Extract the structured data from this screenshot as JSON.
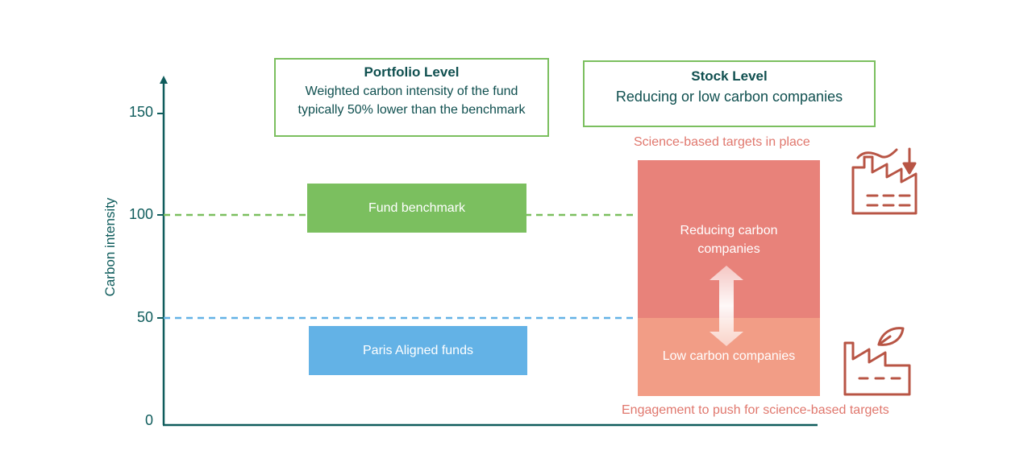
{
  "axis": {
    "ylabel": "Carbon intensity",
    "ticks": [
      "150",
      "100",
      "50",
      "0"
    ]
  },
  "boxes": {
    "portfolio": {
      "title": "Portfolio Level",
      "line1": "Weighted carbon intensity of the fund",
      "line2": "typically 50% lower than the benchmark"
    },
    "stock": {
      "title": "Stock Level",
      "desc": "Reducing or low carbon companies"
    }
  },
  "bars": {
    "benchmark": "Fund benchmark",
    "paris": "Paris Aligned funds",
    "reducing_line1": "Reducing carbon",
    "reducing_line2": "companies",
    "low": "Low carbon companies"
  },
  "notes": {
    "top": "Science-based targets in place",
    "bottom": "Engagement to push for science-based targets"
  },
  "colors": {
    "axis": "#0f5c5c",
    "green": "#7bbf5f",
    "blue": "#63b2e6",
    "reducing": "#e8827a",
    "low": "#f29d86",
    "icon": "#b85545"
  },
  "icons": [
    "factory-arrow-down-icon",
    "factory-leaf-icon"
  ]
}
